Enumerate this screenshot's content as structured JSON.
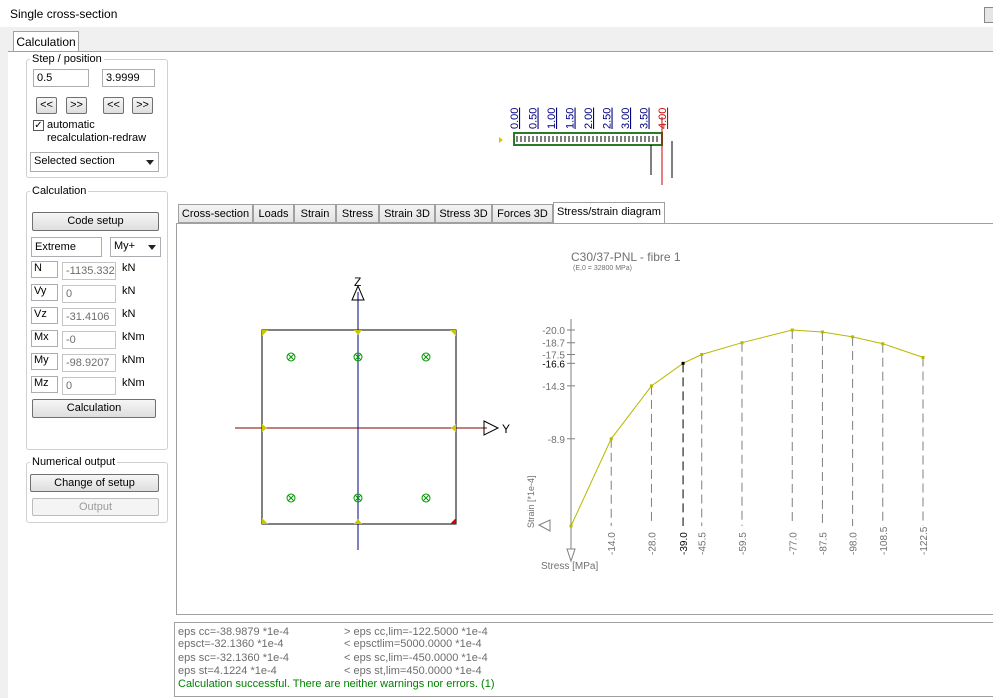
{
  "window": {
    "title": "Single cross-section"
  },
  "main_tab": "Calculation",
  "step_position": {
    "legend": "Step / position",
    "step": "0.5",
    "position": "3.9999",
    "nav_buttons": [
      "<<",
      ">>",
      "<<",
      ">>"
    ],
    "auto_label_1": "automatic",
    "auto_label_2": "recalculation-redraw",
    "auto_checked": true,
    "section_select": "Selected section"
  },
  "calculation": {
    "legend": "Calculation",
    "code_setup_label": "Code setup",
    "extreme_label": "Extreme",
    "extreme_select": "My+",
    "forces": [
      {
        "symbol": "N",
        "value": "-1135.332",
        "unit": "kN"
      },
      {
        "symbol": "Vy",
        "value": "0",
        "unit": "kN"
      },
      {
        "symbol": "Vz",
        "value": "-31.4106",
        "unit": "kN"
      },
      {
        "symbol": "Mx",
        "value": "-0",
        "unit": "kNm"
      },
      {
        "symbol": "My",
        "value": "-98.9207",
        "unit": "kNm"
      },
      {
        "symbol": "Mz",
        "value": "0",
        "unit": "kNm"
      }
    ],
    "calculate_label": "Calculation"
  },
  "numerical_output": {
    "legend": "Numerical output",
    "change_setup_label": "Change of setup",
    "output_label": "Output"
  },
  "beam_positions": [
    "0.00",
    "0.50",
    "1.00",
    "1.50",
    "2.00",
    "2.50",
    "3.00",
    "3.50",
    "4.00"
  ],
  "beam_accent": "#cc0000",
  "sub_tabs": [
    "Cross-section",
    "Loads",
    "Strain",
    "Stress",
    "Strain 3D",
    "Stress 3D",
    "Forces 3D",
    "Stress/strain diagram"
  ],
  "active_sub_tab": "Stress/strain diagram",
  "cross_section": {
    "axis_z": "Z",
    "axis_y": "Y"
  },
  "chart_data": {
    "type": "line",
    "title": "C30/37-PNL - fibre 1",
    "subtitle": "(E,0 = 32800 MPa)",
    "xlabel": "Stress [MPa]",
    "ylabel": "Strain [*1e-4]",
    "y_tick_labels": [
      "-20.0",
      "-18.7",
      "-17.5",
      "-16.6",
      "-14.3",
      "-8.9"
    ],
    "x_tick_labels": [
      "-14.0",
      "-28.0",
      "-39.0",
      "-45.5",
      "-59.5",
      "-77.0",
      "-87.5",
      "-98.0",
      "-108.5",
      "-122.5"
    ],
    "highlight": {
      "stress": "-39.0",
      "strain": "-16.6"
    },
    "series": [
      {
        "points": [
          {
            "x": 0,
            "y": 0
          },
          {
            "x": -14.0,
            "y": -8.9
          },
          {
            "x": -28.0,
            "y": -14.3
          },
          {
            "x": -39.0,
            "y": -16.6
          },
          {
            "x": -45.5,
            "y": -17.5
          },
          {
            "x": -59.5,
            "y": -18.7
          },
          {
            "x": -77.0,
            "y": -20.0
          },
          {
            "x": -87.5,
            "y": -19.8
          },
          {
            "x": -98.0,
            "y": -19.3
          },
          {
            "x": -108.5,
            "y": -18.6
          },
          {
            "x": -122.5,
            "y": -17.2
          }
        ]
      }
    ],
    "line_color": "#b8b800"
  },
  "messages": {
    "left": [
      "eps cc=-38.9879 *1e-4",
      "epsct=-32.1360 *1e-4",
      "eps sc=-32.1360 *1e-4",
      "eps st=4.1224 *1e-4"
    ],
    "right": [
      "> eps cc,lim=-122.5000 *1e-4",
      "< epsctlim=5000.0000 *1e-4",
      "< eps sc,lim=-450.0000 *1e-4",
      "< eps st,lim=450.0000 *1e-4"
    ],
    "status": "Calculation successful. There are neither warnings nor errors. (1)",
    "status_color": "#008000"
  }
}
